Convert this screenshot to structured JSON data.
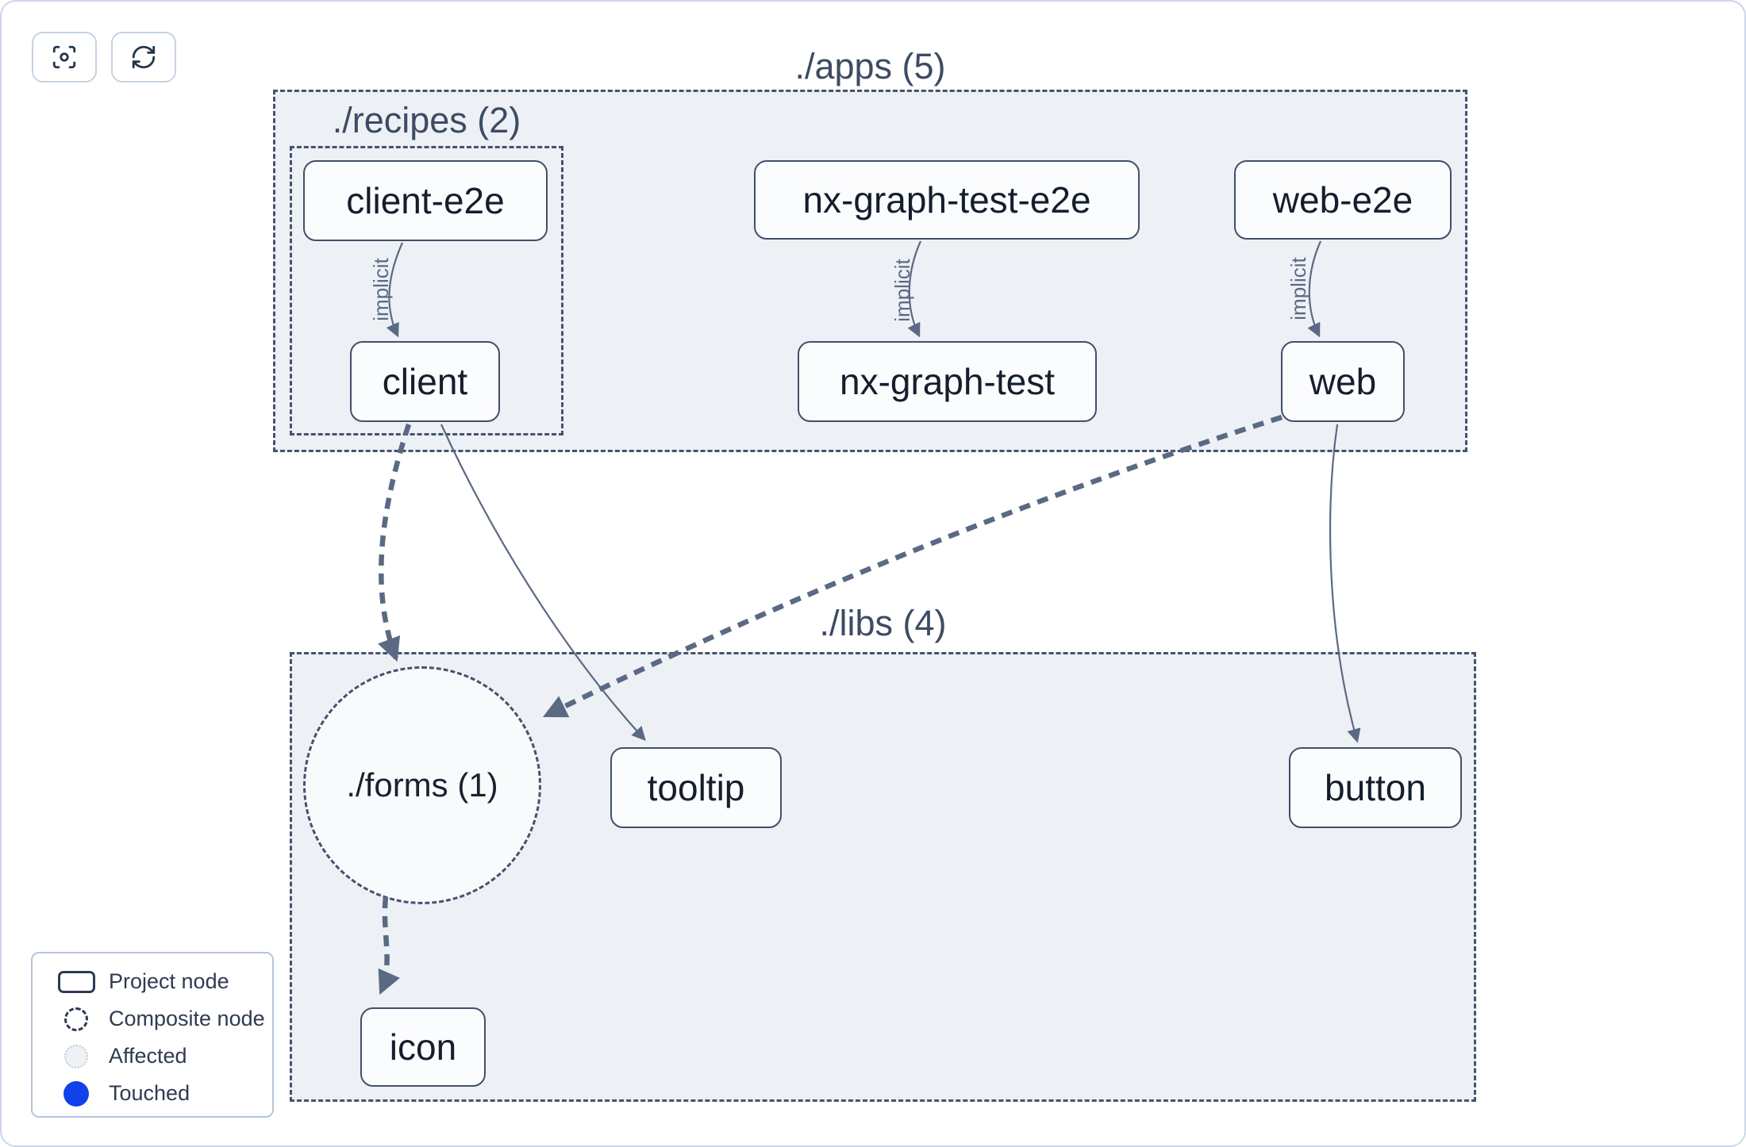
{
  "toolbar": {
    "buttons": [
      {
        "name": "focus",
        "icon": "scan-focus-icon"
      },
      {
        "name": "refresh",
        "icon": "refresh-icon"
      }
    ]
  },
  "graph": {
    "containers": {
      "apps": {
        "label": "./apps (5)",
        "project_count": 5
      },
      "recipes": {
        "label": "./recipes (2)",
        "project_count": 2
      },
      "libs": {
        "label": "./libs (4)",
        "project_count": 4
      }
    },
    "composite_nodes": {
      "forms": {
        "label": "./forms (1)",
        "project_count": 1
      }
    },
    "nodes": {
      "client_e2e": {
        "label": "client-e2e"
      },
      "nx_graph_test_e2e": {
        "label": "nx-graph-test-e2e"
      },
      "web_e2e": {
        "label": "web-e2e"
      },
      "client": {
        "label": "client"
      },
      "nx_graph_test": {
        "label": "nx-graph-test"
      },
      "web": {
        "label": "web"
      },
      "tooltip": {
        "label": "tooltip"
      },
      "button": {
        "label": "button"
      },
      "icon": {
        "label": "icon"
      }
    },
    "edges": [
      {
        "from": "client-e2e",
        "to": "client",
        "type": "implicit",
        "label": "implicit",
        "style": "solid-thin"
      },
      {
        "from": "nx-graph-test-e2e",
        "to": "nx-graph-test",
        "type": "implicit",
        "label": "implicit",
        "style": "solid-thin"
      },
      {
        "from": "web-e2e",
        "to": "web",
        "type": "implicit",
        "label": "implicit",
        "style": "solid-thin"
      },
      {
        "from": "client",
        "to": "./forms",
        "type": "collapsed",
        "label": "",
        "style": "dashed-thick"
      },
      {
        "from": "web",
        "to": "./forms",
        "type": "collapsed",
        "label": "",
        "style": "dashed-thick"
      },
      {
        "from": "client",
        "to": "tooltip",
        "type": "static",
        "label": "",
        "style": "solid-thin"
      },
      {
        "from": "web",
        "to": "button",
        "type": "static",
        "label": "",
        "style": "solid-thin"
      },
      {
        "from": "./forms",
        "to": "icon",
        "type": "collapsed",
        "label": "",
        "style": "dashed-thick"
      }
    ]
  },
  "legend": {
    "items": [
      {
        "swatch": "project-node",
        "label": "Project node"
      },
      {
        "swatch": "composite-node",
        "label": "Composite node"
      },
      {
        "swatch": "affected",
        "label": "Affected"
      },
      {
        "swatch": "touched",
        "label": "Touched"
      }
    ]
  },
  "colors": {
    "touched_blue": "#1141e8",
    "edge": "#5b6a83",
    "container_fill": "#edf0f5",
    "container_border": "#45536c",
    "node_fill": "#fbfcfe",
    "node_border": "#414f68",
    "node_text": "#141e2d",
    "container_label_text": "#3d4b63"
  }
}
